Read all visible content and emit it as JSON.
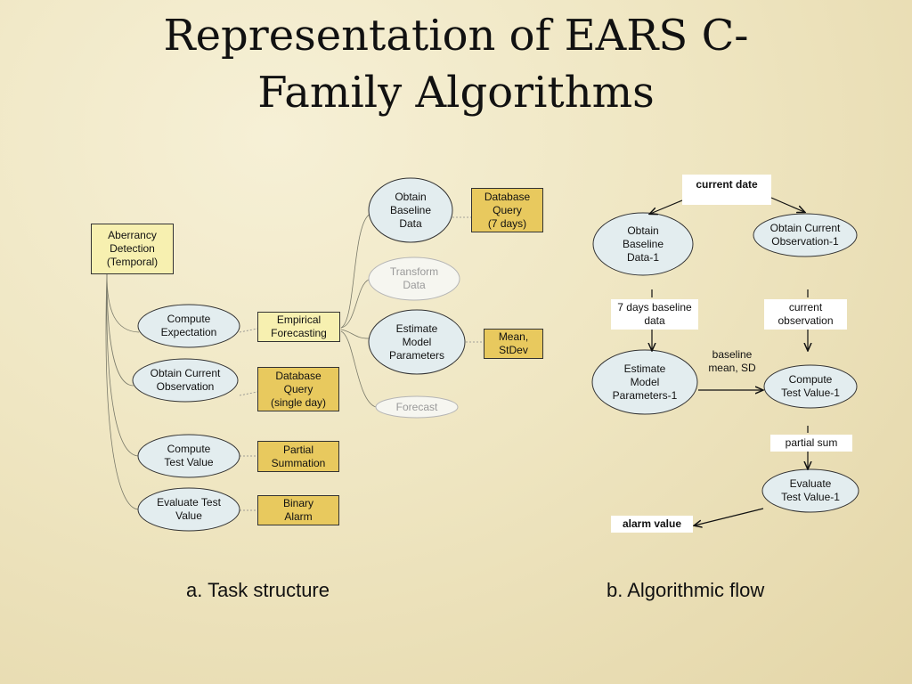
{
  "title": {
    "line1": "Representation of EARS C-",
    "line2": "Family Algorithms"
  },
  "task_structure": {
    "root": "Aberrancy\nDetection\n(Temporal)",
    "tasks": {
      "compute_expectation": "Compute\nExpectation",
      "obtain_current_observation": "Obtain Current\nObservation",
      "compute_test_value": "Compute\nTest Value",
      "evaluate_test_value": "Evaluate Test\nValue"
    },
    "methods": {
      "empirical_forecasting": "Empirical\nForecasting",
      "database_query_single": "Database\nQuery\n(single day)",
      "partial_summation": "Partial\nSummation",
      "binary_alarm": "Binary\nAlarm"
    },
    "subtasks": {
      "obtain_baseline_data": "Obtain\nBaseline\nData",
      "transform_data": "Transform\nData",
      "estimate_model_parameters": "Estimate\nModel\nParameters",
      "forecast": "Forecast"
    },
    "submethods": {
      "database_query_7": "Database\nQuery\n(7 days)",
      "mean_stdev": "Mean,\nStDev"
    },
    "caption": "a. Task structure"
  },
  "algorithmic_flow": {
    "current_date": "current date",
    "obtain_baseline_data_1": "Obtain\nBaseline\nData-1",
    "obtain_current_observation_1": "Obtain Current\nObservation-1",
    "seven_days_baseline_data": "7 days baseline\ndata",
    "current_observation": "current\nobservation",
    "estimate_model_parameters_1": "Estimate\nModel\nParameters-1",
    "baseline_mean_sd": "baseline\nmean, SD",
    "compute_test_value_1": "Compute\nTest Value-1",
    "partial_sum": "partial sum",
    "evaluate_test_value_1": "Evaluate\nTest Value-1",
    "alarm_value": "alarm value",
    "caption": "b. Algorithmic flow"
  },
  "colors": {
    "ellipse_fill": "#e3edef",
    "method_fill": "#f7f0b0",
    "submethod_fill": "#e8c95e",
    "faded_text": "#9a9a9a"
  }
}
